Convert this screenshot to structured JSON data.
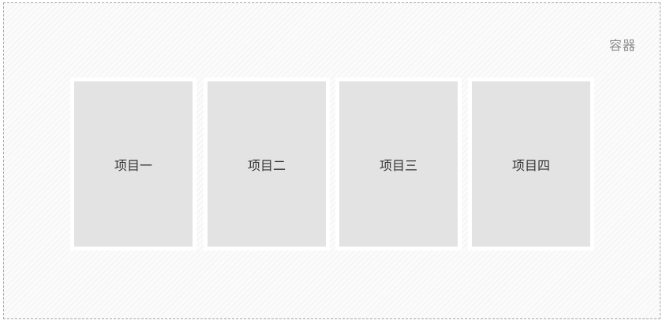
{
  "container": {
    "label": "容器"
  },
  "items": [
    {
      "label": "项目一"
    },
    {
      "label": "项目二"
    },
    {
      "label": "项目三"
    },
    {
      "label": "项目四"
    }
  ],
  "colors": {
    "container_border": "#a6a6a6",
    "item_fill": "#e3e3e3",
    "item_frame": "#ffffff",
    "label_text": "#333333",
    "container_label_text": "#8a8a8a"
  }
}
